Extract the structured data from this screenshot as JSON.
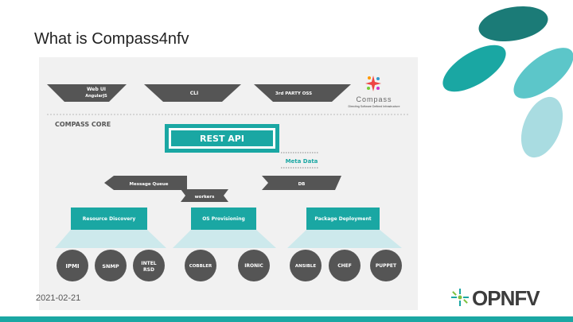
{
  "slide": {
    "title": "What is Compass4nfv",
    "date": "2021-02-21",
    "footer_logo": "OPNFV"
  },
  "diagram": {
    "top_layer": {
      "webui": [
        "Web UI",
        "AngularJS"
      ],
      "cli": "CLI",
      "third_party": "3rd PARTY OSS"
    },
    "compass_logo": {
      "name": "Compass",
      "tagline": "Directing Software Defined Infrastructure"
    },
    "core_label": "COMPASS CORE",
    "rest_api": "REST API",
    "meta_data": "Meta Data",
    "message_queue": "Message Queue",
    "db": "DB",
    "workers": "workers",
    "services": [
      "Resource Discovery",
      "OS Provisioning",
      "Package Deployment"
    ],
    "plugins": [
      [
        "IPMI"
      ],
      [
        "SNMP"
      ],
      [
        "INTEL",
        "RSD"
      ],
      [
        "COBBLER"
      ],
      [
        "IRONIC"
      ],
      [
        "ANSIBLE"
      ],
      [
        "CHEF"
      ],
      [
        "PUPPET"
      ]
    ]
  },
  "colors": {
    "teal": "#1aa7a3",
    "dark_teal": "#1b7b77",
    "mid_teal": "#5cc6c9",
    "light_teal": "#a9dce1",
    "dark_gray": "#555555",
    "brand_green": "#7fc241"
  }
}
